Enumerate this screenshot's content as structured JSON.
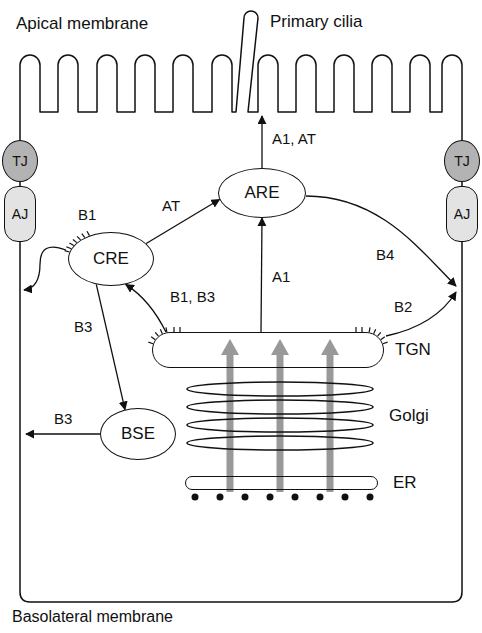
{
  "diagram": {
    "nodes": [
      {
        "text": [
          "TJ"
        ]
      },
      {
        "text": [
          "AJ"
        ]
      },
      {
        "text": [
          "TJ"
        ]
      },
      {
        "text": [
          "AJ"
        ]
      },
      {
        "text": [
          "ARE"
        ]
      },
      {
        "text": [
          "CRE"
        ]
      },
      {
        "text": [
          "TGN"
        ]
      },
      {
        "text": [
          "Golgi"
        ]
      },
      {
        "text": [
          "BSE"
        ]
      },
      {
        "text": [
          "ER"
        ]
      }
    ],
    "edges": [
      {
        "from": 5,
        "to": 4,
        "arrow": "to",
        "label": "AT"
      },
      {
        "from": 6,
        "to": 4,
        "arrow": "to",
        "label": "A1"
      },
      {
        "from": 6,
        "to": 5,
        "arrow": "to",
        "label": "B1, B3"
      },
      {
        "from": 5,
        "to": 8,
        "arrow": "to",
        "label": "B3"
      }
    ],
    "labels": [
      "Apical membrane",
      "Primary cilia",
      "A1, AT",
      "B1",
      "B3",
      "B4",
      "B2",
      "Basolateral membrane"
    ]
  }
}
